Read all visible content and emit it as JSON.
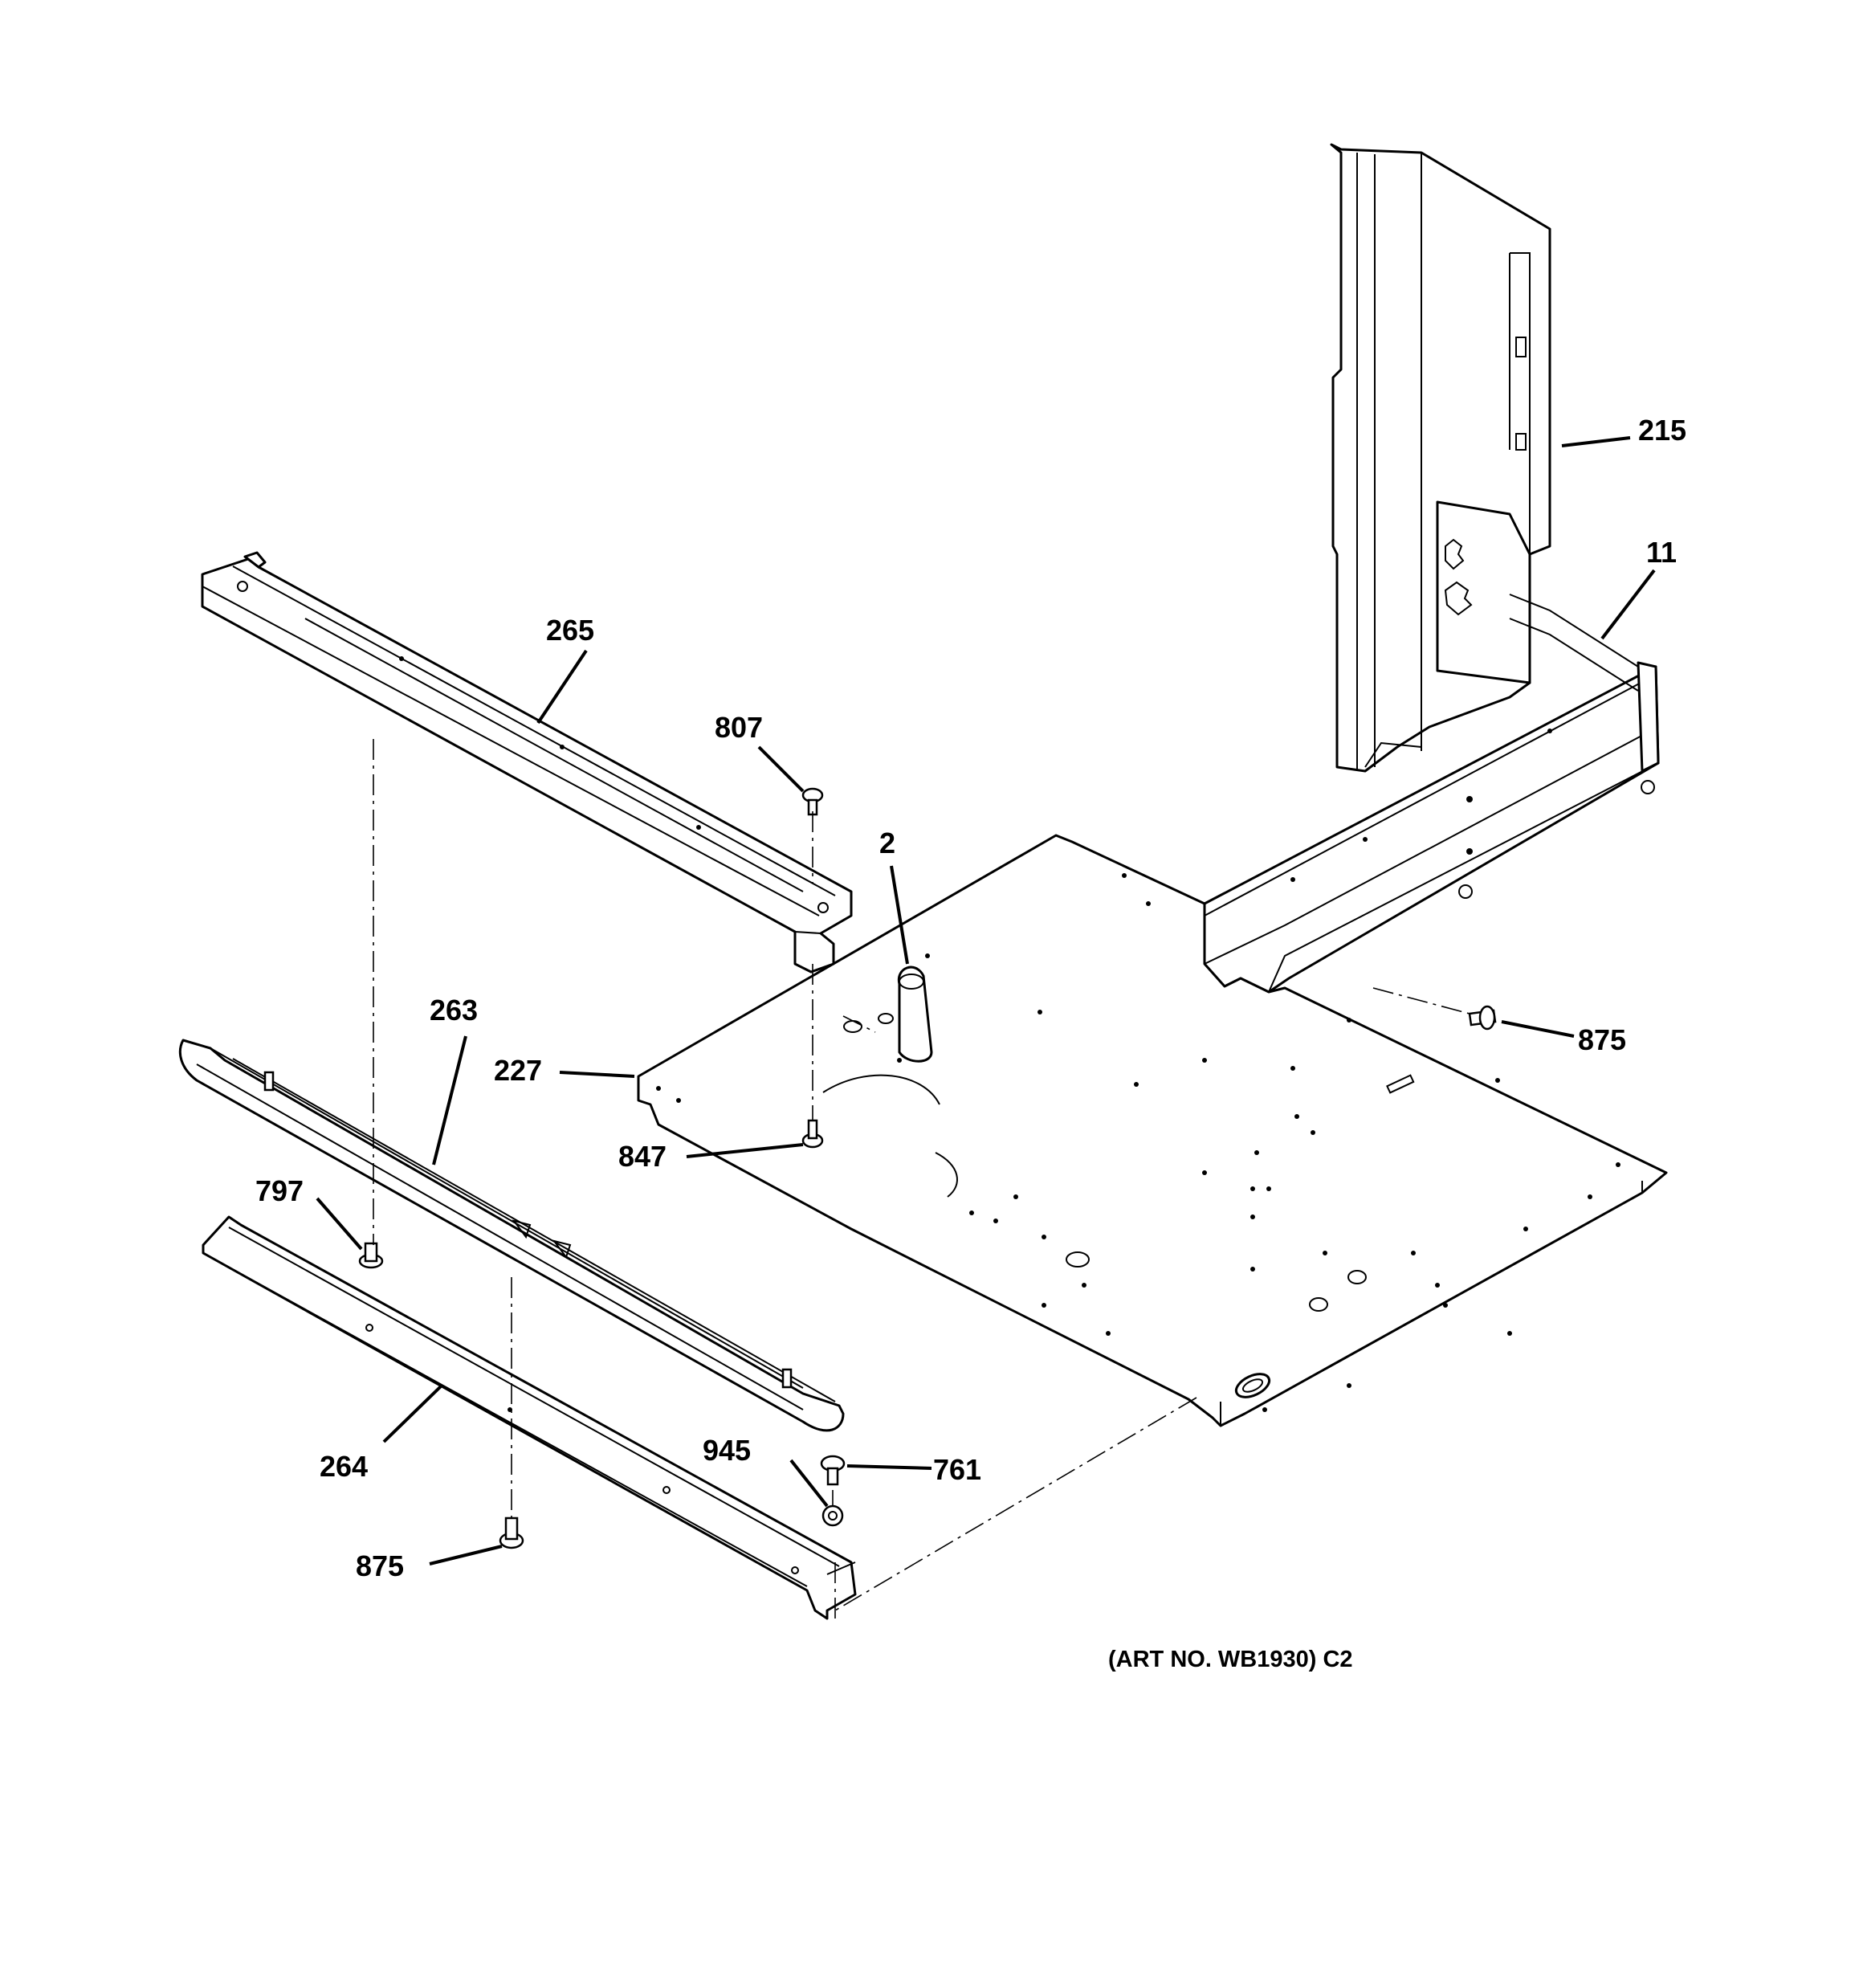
{
  "callouts": {
    "c215": "215",
    "c11": "11",
    "c265": "265",
    "c807": "807",
    "c2": "2",
    "c263": "263",
    "c227": "227",
    "c875_right": "875",
    "c847": "847",
    "c797": "797",
    "c945": "945",
    "c761": "761",
    "c264": "264",
    "c875_left": "875"
  },
  "art_number": "(ART NO. WB1930) C2"
}
